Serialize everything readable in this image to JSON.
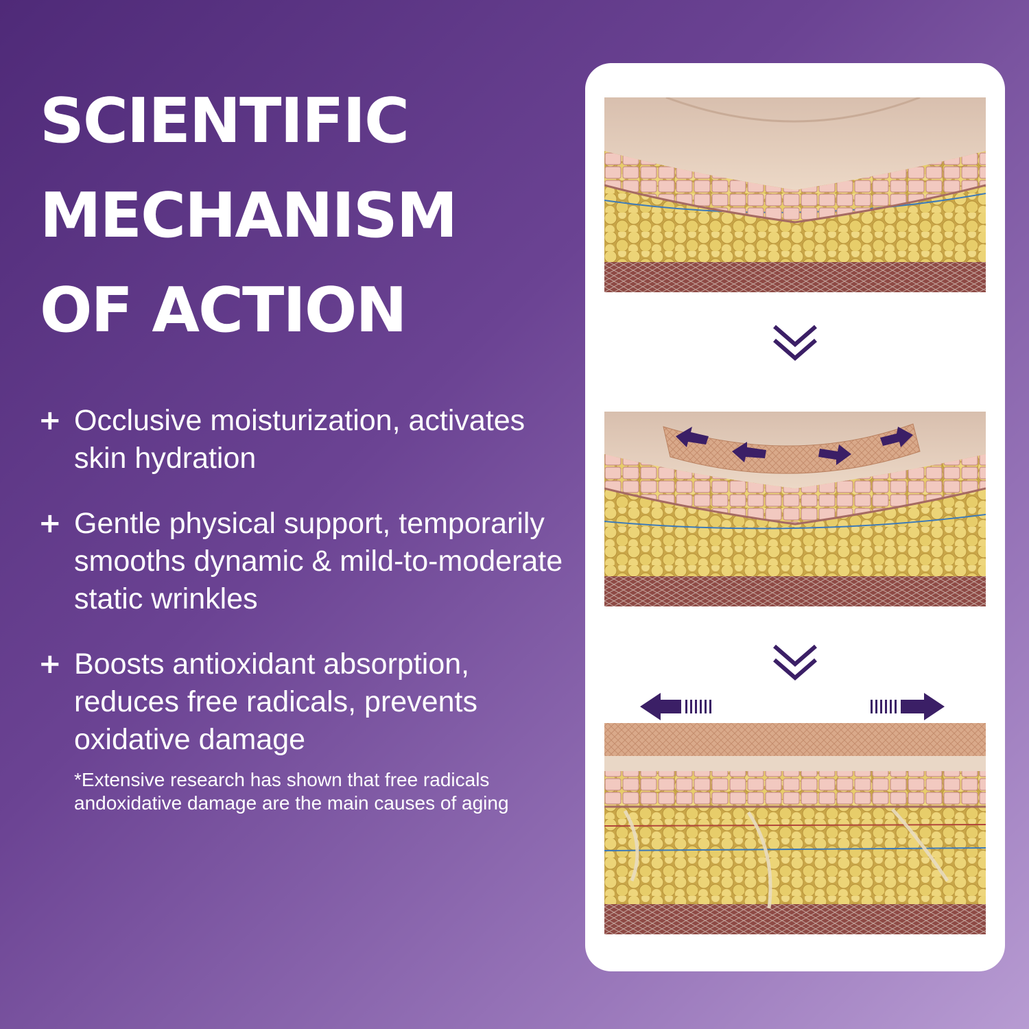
{
  "headline": {
    "line1": "SCIENTIFIC",
    "line2": "MECHANISM",
    "line3": "OF ACTION"
  },
  "bullets": [
    {
      "text": "Occlusive moisturization, activates skin hydration"
    },
    {
      "text": "Gentle physical support, temporarily smooths dynamic & mild-to-moderate static wrinkles"
    },
    {
      "text": "Boosts antioxidant absorption, reduces free radicals, prevents oxidative damage"
    }
  ],
  "footnote": "*Extensive research has shown that free radicals andoxidative damage are the main causes of aging",
  "colors": {
    "background": "#5e3887",
    "accent": "#3b1f66",
    "card": "#ffffff"
  },
  "diagram": {
    "stages": [
      "wrinkled-skin",
      "patch-applied",
      "skin-smoothed"
    ],
    "icons": [
      "chevron-down-icon",
      "arrow-left-icon",
      "arrow-right-icon"
    ]
  }
}
